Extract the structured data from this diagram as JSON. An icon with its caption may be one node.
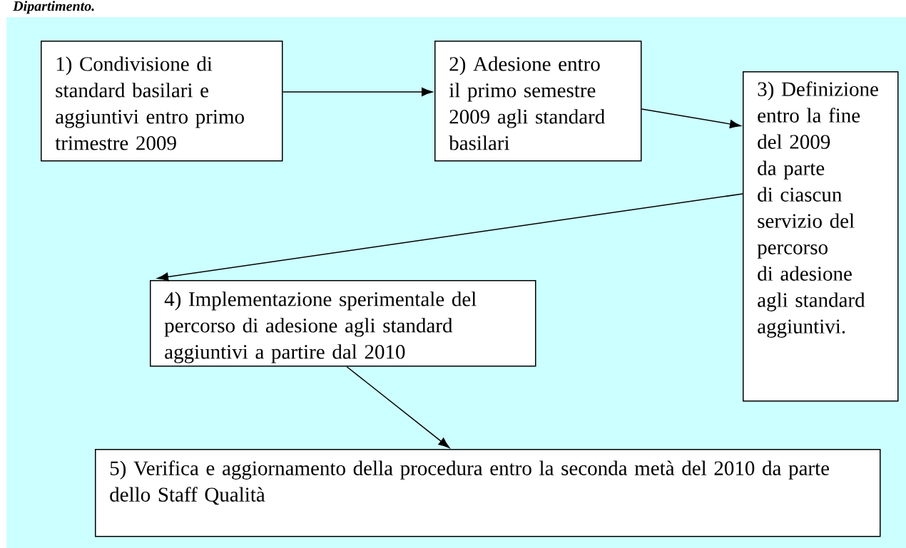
{
  "diagram": {
    "nodes": [
      {
        "text": [
          "1) Condivisione di standard basilari e aggiuntivi entro primo trimestre  2009"
        ]
      },
      {
        "text": [
          "2) Adesione entro il primo semestre 2009 agli standard basilari"
        ]
      },
      {
        "text": [
          "3) Definizione entro la fine del 2009 da parte di ciascun servizio del percorso di adesione agli standard aggiuntivi."
        ]
      },
      {
        "text": [
          "4) Implementazione sperimentale del percorso di adesione agli standard aggiuntivi a partire dal 2010"
        ]
      },
      {
        "text": [
          "5) Verifica e aggiornamento della procedura entro la seconda metà del 2010 da parte dello Staff Qualità"
        ]
      }
    ],
    "edges": [
      {
        "from": 0,
        "to": 1,
        "arrow": "to"
      },
      {
        "from": 1,
        "to": 2,
        "arrow": "to"
      },
      {
        "from": 2,
        "to": 3,
        "arrow": "to"
      },
      {
        "from": 3,
        "to": 4,
        "arrow": "to"
      }
    ],
    "labels": [
      "Dipartimento."
    ]
  }
}
